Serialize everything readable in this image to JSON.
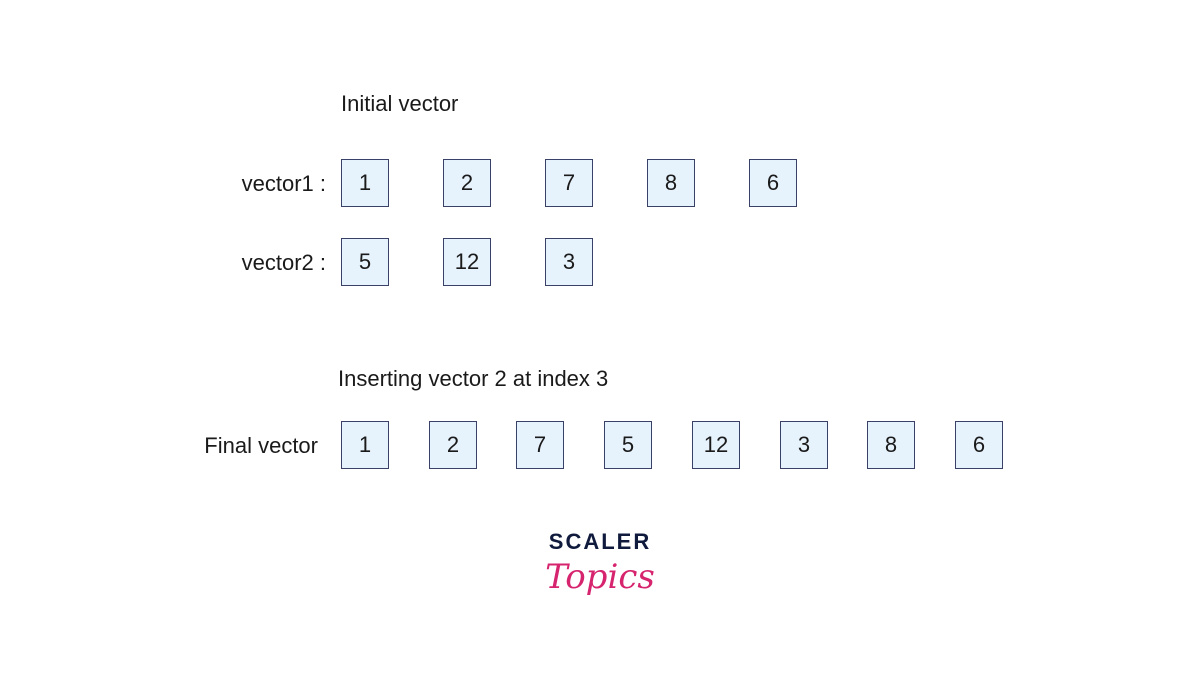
{
  "initial_heading": "Initial vector",
  "inserting_heading": "Inserting vector 2 at index 3",
  "rows": {
    "vector1": {
      "label": "vector1 :",
      "values": [
        "1",
        "2",
        "7",
        "8",
        "6"
      ]
    },
    "vector2": {
      "label": "vector2 :",
      "values": [
        "5",
        "12",
        "3"
      ]
    },
    "final": {
      "label": "Final vector",
      "values": [
        "1",
        "2",
        "7",
        "5",
        "12",
        "3",
        "8",
        "6"
      ]
    }
  },
  "logo": {
    "line1": "SCALER",
    "line2": "Topics"
  },
  "colors": {
    "cell_fill": "#e6f2fc",
    "cell_border": "#3a4169",
    "logo_dark": "#0f1a3d",
    "logo_accent": "#d6246e"
  }
}
